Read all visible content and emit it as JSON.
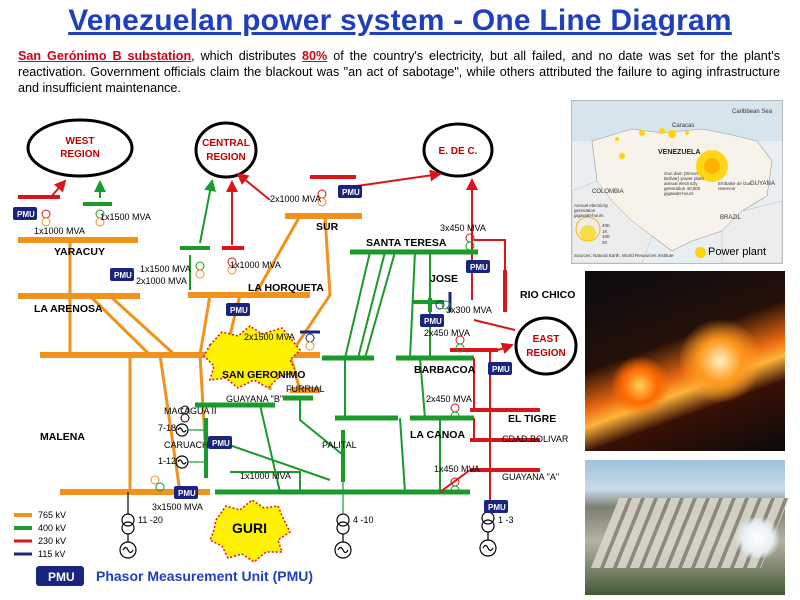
{
  "title": "Venezuelan power system - One Line Diagram",
  "intro": {
    "lead": "San Gerónimo B substation",
    "text1": ", which distributes ",
    "pct": "80%",
    "text2": " of the country's electricity, but all failed, and no date was set for the plant's reactivation. Government officials claim the blackout was \"an act of sabotage\", while others attributed the failure to aging infrastructure and insufficient maintenance."
  },
  "regions": {
    "west": [
      "WEST",
      "REGION"
    ],
    "central": [
      "CENTRAL",
      "REGION"
    ],
    "edec": "E. DE C.",
    "east": [
      "EAST",
      "REGION"
    ]
  },
  "buses": {
    "yaracuy": "YARACUY",
    "la_arenosa": "LA ARENOSA",
    "la_horqueta": "LA HORQUETA",
    "sur": "SUR",
    "santa_teresa": "SANTA TERESA",
    "jose": "JOSE",
    "rio_chico": "RIO CHICO",
    "san_geronimo": "SAN GERONIMO",
    "barbacoa": "BARBACOA",
    "malena": "MALENA",
    "guayana_b": "GUAYANA \"B\"",
    "furrial": "FURRIAL",
    "palital": "PALITAL",
    "la_canoa": "LA CANOA",
    "el_tigre": "EL TIGRE",
    "cdad_bolivar": "CDAD.BOLIVAR",
    "guayana_a": "GUAYANA \"A\"",
    "macagua": "MACAGUA II",
    "caruachi": "CARUACHI",
    "guri": "GURI"
  },
  "ratings": {
    "r1": "1x1500 MVA",
    "r2": "1x1000 MVA",
    "r3": "1x1500 MVA",
    "r4": "2x1000 MVA",
    "r5": "1x1000 MVA",
    "r6": "2x1000 MVA",
    "r7": "3x450 MVA",
    "r8": "3x300 MVA",
    "r9": "2x450 MVA",
    "r10": "2x1500 MVA",
    "r11": "2x450 MVA",
    "r12": "1x1000 MVA",
    "r13": "1x450 MVA",
    "r14": "3x1500 MVA"
  },
  "gen": {
    "g1": "7-18",
    "g2": "1-12",
    "g3": "11 -20",
    "g4": "4 -10",
    "g5": "1 -3"
  },
  "pmu": "PMU",
  "legend": [
    {
      "label": "765 kV",
      "color": "#f0921c"
    },
    {
      "label": "400 kV",
      "color": "#1a9a2a"
    },
    {
      "label": "230 kV",
      "color": "#d9151b"
    },
    {
      "label": "115 kV",
      "color": "#1a237e"
    }
  ],
  "pmu_note": "Phasor Measurement Unit (PMU)",
  "map": {
    "title": "VENEZUELA",
    "labels": [
      "Caracas",
      "Caribbean Sea",
      "COLOMBIA",
      "GUYANA",
      "BRAZIL"
    ],
    "guri_note": "Guri dam (Simon Bolivar) power plant annual electricity generation 40,000 gigawatt-hours",
    "embalse": "Embalse de Guri reservoir",
    "gen_legend_title": "Annual electricity generation gigawatt-hours",
    "gen_legend_values": [
      "40K",
      "1K",
      "100",
      "20"
    ],
    "sources": "Sources: Natural Earth, World Resources Institute",
    "power_plant": "Power plant"
  }
}
